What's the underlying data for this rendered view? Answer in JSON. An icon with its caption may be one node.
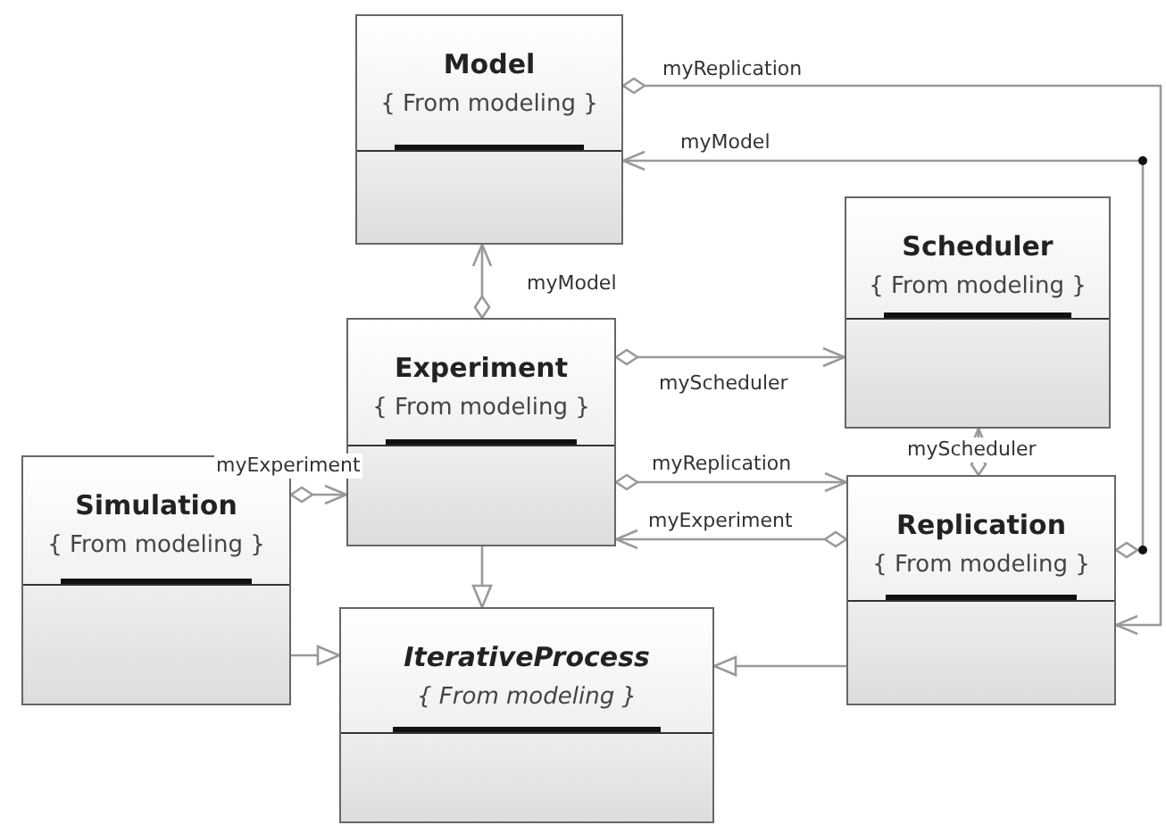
{
  "diagram": {
    "nodes": [
      {
        "text": [
          "Model",
          "{ From modeling }"
        ]
      },
      {
        "text": [
          "Scheduler",
          "{ From modeling }"
        ]
      },
      {
        "text": [
          "Experiment",
          "{ From modeling }"
        ]
      },
      {
        "text": [
          "Simulation",
          "{ From modeling }"
        ]
      },
      {
        "text": [
          "Replication",
          "{ From modeling }"
        ]
      },
      {
        "text": [
          "IterativeProcess",
          "{ From modeling }"
        ]
      }
    ],
    "edges": [
      {
        "from": 0,
        "to": 4,
        "arrow": "to",
        "label": "myReplication"
      },
      {
        "from": 4,
        "to": 0,
        "arrow": "to",
        "label": "myModel"
      },
      {
        "from": 2,
        "to": 0,
        "arrow": "to",
        "label": "myModel"
      },
      {
        "from": 2,
        "to": 1,
        "arrow": "to",
        "label": "myScheduler"
      },
      {
        "from": 4,
        "to": 1,
        "arrow": "to",
        "label": "myScheduler"
      },
      {
        "from": 2,
        "to": 4,
        "arrow": "to",
        "label": "myReplication"
      },
      {
        "from": 4,
        "to": 2,
        "arrow": "to",
        "label": "myExperiment"
      },
      {
        "from": 3,
        "to": 2,
        "arrow": "to",
        "label": "myExperiment"
      },
      {
        "from": 2,
        "to": 5,
        "arrow": "to"
      },
      {
        "from": 3,
        "to": 5,
        "arrow": "to"
      },
      {
        "from": 4,
        "to": 5,
        "arrow": "to"
      }
    ]
  }
}
